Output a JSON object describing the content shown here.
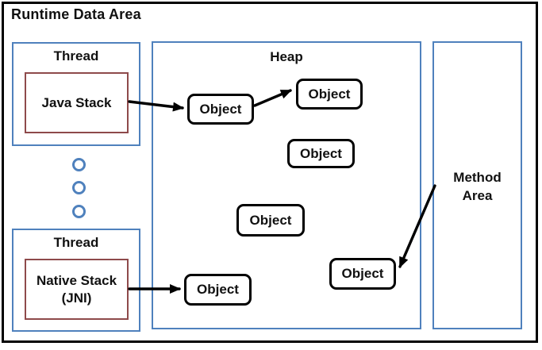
{
  "title": "Runtime Data Area",
  "colors": {
    "outer_border": "#000000",
    "container_border_blue": "#4F81BD",
    "stack_border_maroon": "#8E4A4B",
    "object_border": "#000000",
    "arrow": "#000000",
    "background": "#FFFFFF",
    "text": "#111111"
  },
  "threads": {
    "top": {
      "label": "Thread",
      "stack": {
        "label": "Java Stack"
      }
    },
    "bottom": {
      "label": "Thread",
      "stack": {
        "label": "Native Stack",
        "sub_label": "(JNI)"
      }
    }
  },
  "ellipsis": {
    "circle_count": 3
  },
  "heap": {
    "label": "Heap",
    "objects": [
      {
        "label": "Object"
      },
      {
        "label": "Object"
      },
      {
        "label": "Object"
      },
      {
        "label": "Object"
      },
      {
        "label": "Object"
      },
      {
        "label": "Object"
      }
    ]
  },
  "method_area": {
    "label": "Method Area"
  },
  "arrows": [
    {
      "from": "java-stack",
      "to": "heap-object-1"
    },
    {
      "from": "heap-object-1",
      "to": "heap-object-2"
    },
    {
      "from": "native-stack",
      "to": "heap-object-5"
    },
    {
      "from": "method-area",
      "to": "heap-object-6"
    }
  ]
}
